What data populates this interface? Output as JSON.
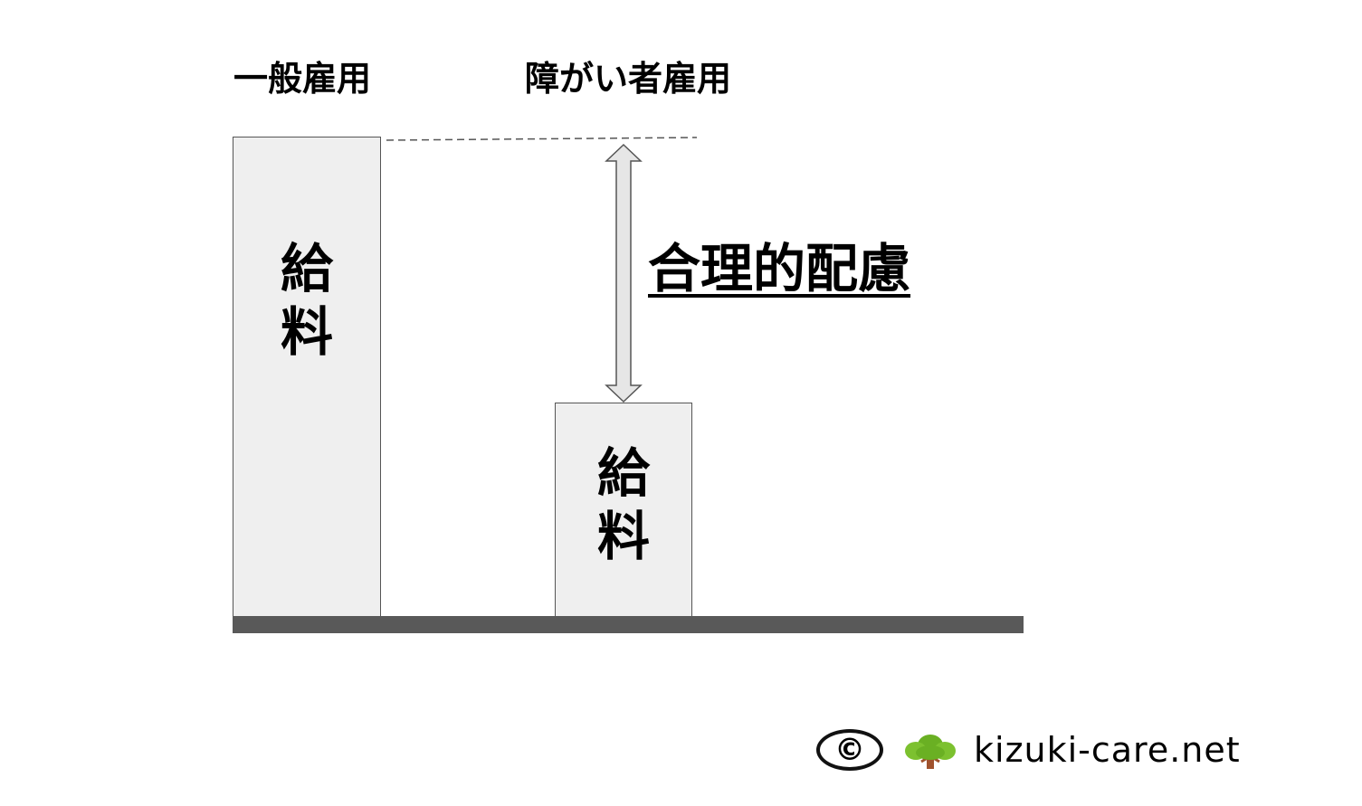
{
  "columns": {
    "general_label": "一般雇用",
    "disability_label": "障がい者雇用"
  },
  "bars": {
    "general": {
      "char1": "給",
      "char2": "料"
    },
    "disability": {
      "char1": "給",
      "char2": "料"
    }
  },
  "gap": {
    "label": "合理的配慮"
  },
  "footer": {
    "copyright": "©",
    "icon": "tree-icon",
    "site": "kizuki-care.net"
  },
  "colors": {
    "bar_fill": "#efefef",
    "bar_border": "#555555",
    "baseline": "#595959",
    "arrow_fill": "#e6e6e6",
    "tree_green": "#6ab023",
    "tree_trunk": "#a0522d"
  }
}
